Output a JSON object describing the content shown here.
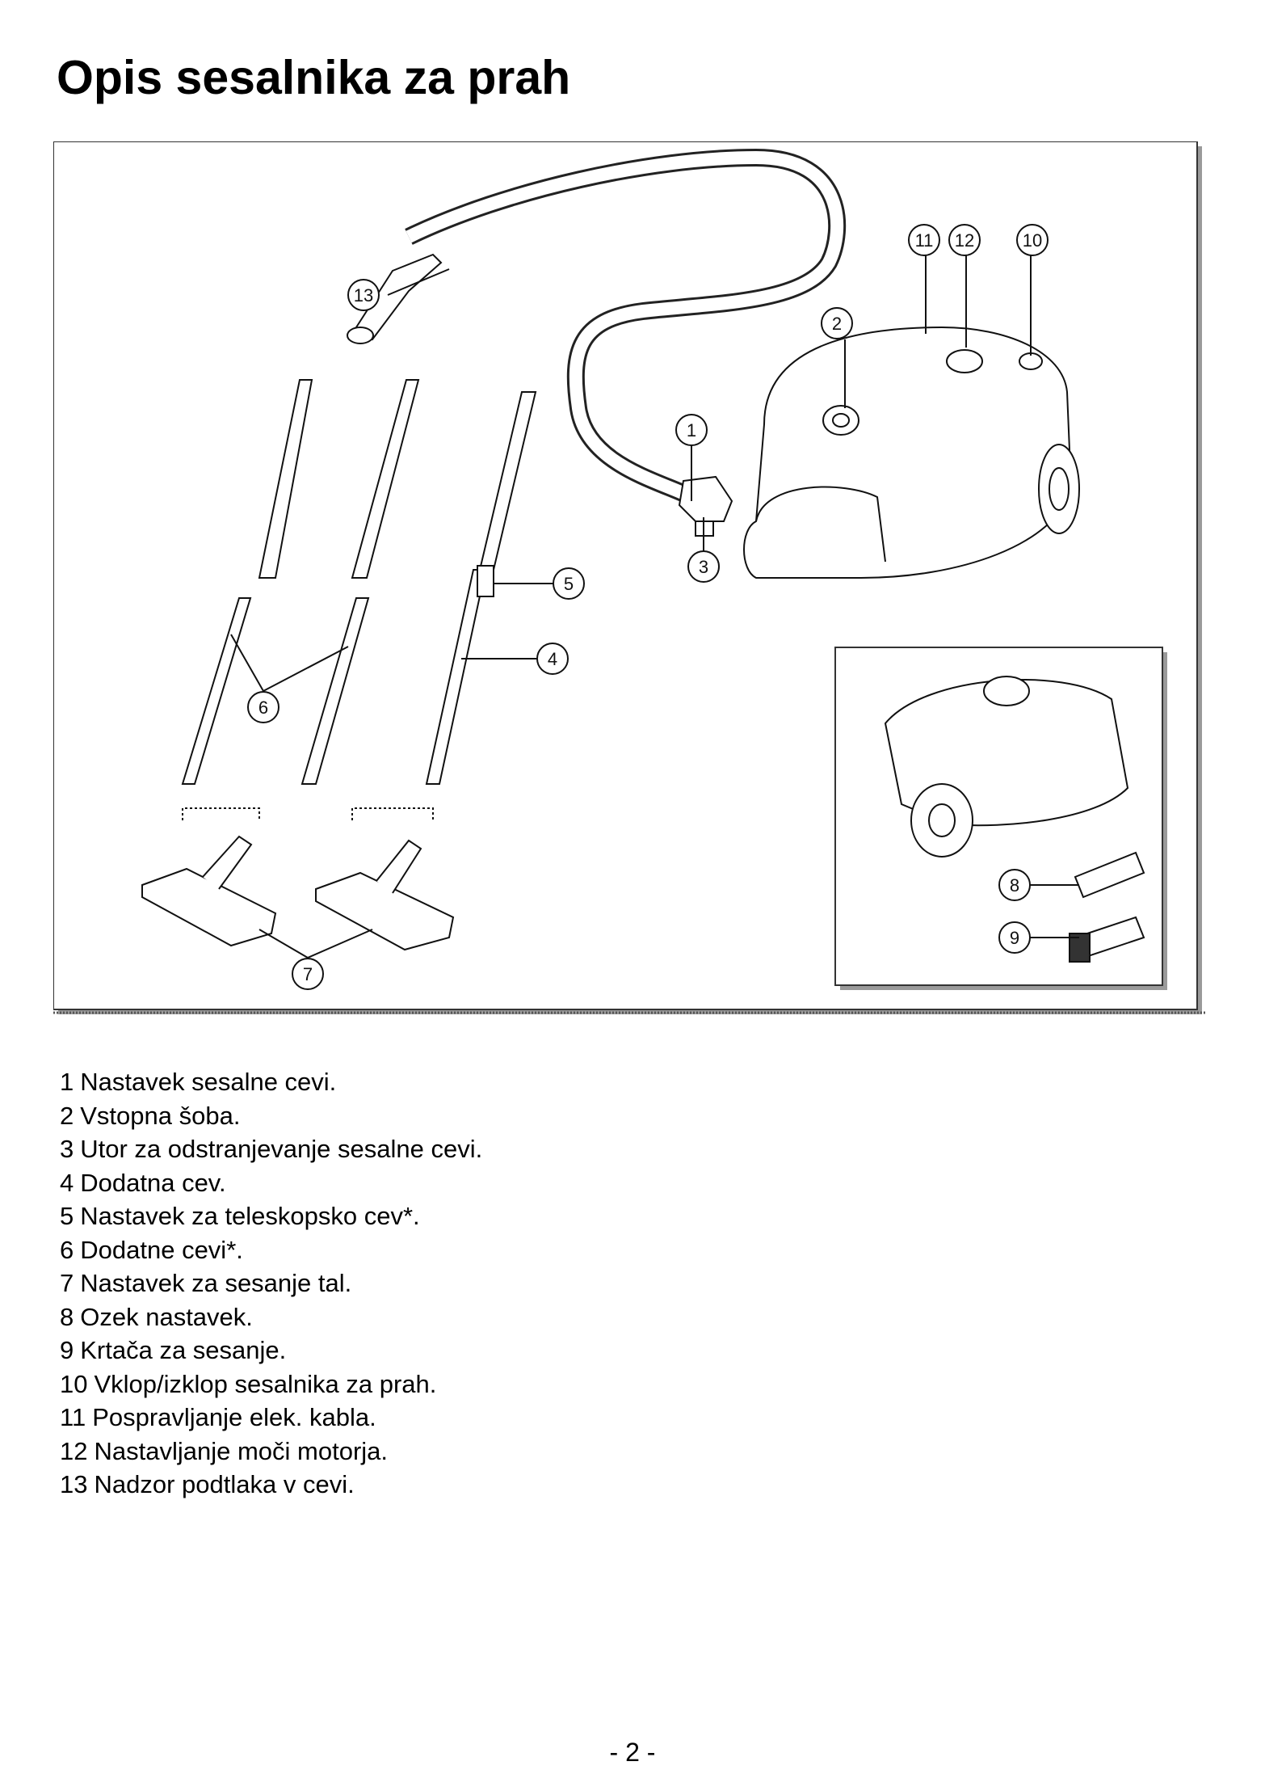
{
  "page": {
    "title": "Opis sesalnika za prah",
    "page_number": "- 2 -"
  },
  "figure": {
    "callouts": [
      "1",
      "2",
      "3",
      "4",
      "5",
      "6",
      "7",
      "8",
      "9",
      "10",
      "11",
      "12",
      "13"
    ]
  },
  "legend": [
    {
      "num": "1",
      "text": "Nastavek sesalne cevi."
    },
    {
      "num": "2",
      "text": "Vstopna šoba."
    },
    {
      "num": "3",
      "text": "Utor za odstranjevanje sesalne cevi."
    },
    {
      "num": "4",
      "text": "Dodatna cev."
    },
    {
      "num": "5",
      "text": "Nastavek za teleskopsko cev*."
    },
    {
      "num": "6",
      "text": "Dodatne cevi*."
    },
    {
      "num": "7",
      "text": "Nastavek za sesanje tal."
    },
    {
      "num": "8",
      "text": "Ozek nastavek."
    },
    {
      "num": "9",
      "text": "Krtača za sesanje."
    },
    {
      "num": "10",
      "text": "Vklop/izklop sesalnika za prah."
    },
    {
      "num": "11",
      "text": "Pospravljanje elek. kabla."
    },
    {
      "num": "12",
      "text": "Nastavljanje moči motorja."
    },
    {
      "num": "13",
      "text": "Nadzor podtlaka v cevi."
    }
  ]
}
